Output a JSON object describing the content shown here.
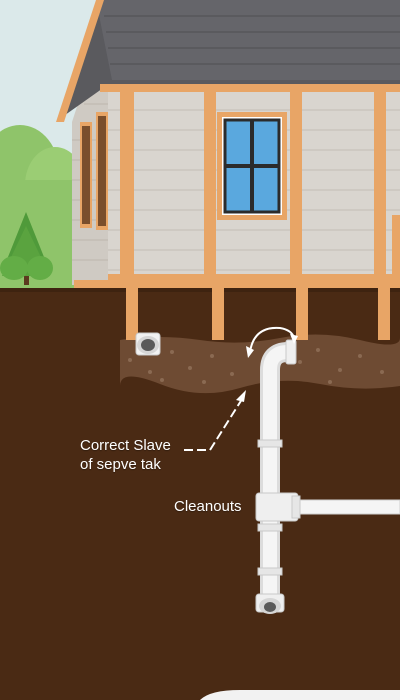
{
  "labels": {
    "slope_line1": "Correct Slave",
    "slope_line2": "of sepve tak",
    "cleanouts": "Cleanouts"
  },
  "colors": {
    "sky": "#dbe9ea",
    "soil": "#4a2a14",
    "siding": "#d9d5cf",
    "trim": "#e8a566",
    "roof": "#5a5a5e",
    "pipe": "#f2f2f2",
    "tree": "#5aa33f",
    "bush": "#8fc46a"
  }
}
